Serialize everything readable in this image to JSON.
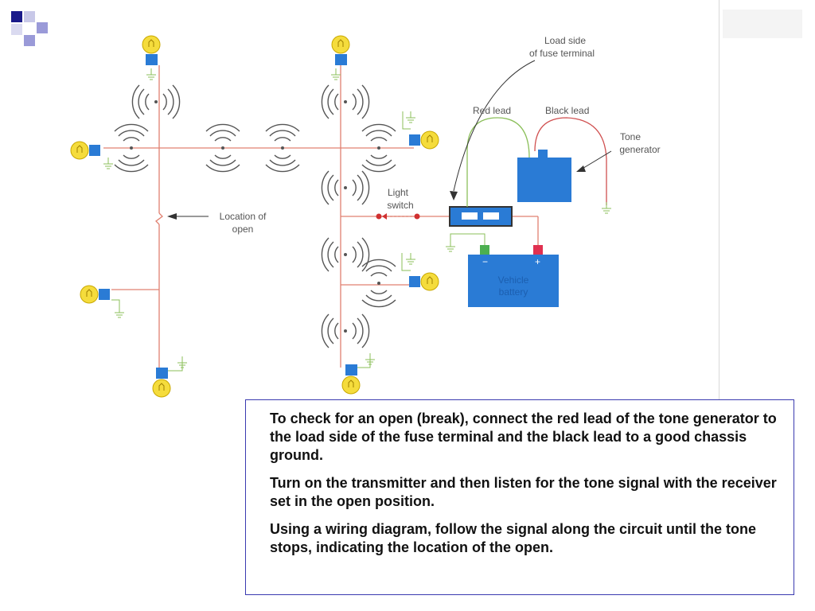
{
  "labels": {
    "load_side": [
      "Load side",
      "of fuse terminal"
    ],
    "red_lead": "Red lead",
    "black_lead": "Black lead",
    "tone_generator": [
      "Tone",
      "generator"
    ],
    "light_switch": [
      "Light",
      "switch"
    ],
    "location_of_open": [
      "Location of",
      "open"
    ],
    "battery": [
      "Vehicle",
      "battery"
    ],
    "battery_negative": "−",
    "battery_positive": "+"
  },
  "caption": {
    "paragraphs": [
      "To check for an open (break), connect the red lead of the tone generator to the load side of the fuse terminal and the black lead to a good chassis ground.",
      "Turn on the transmitter and then listen for the tone signal with the receiver set in the open position.",
      "Using a wiring diagram, follow the signal along the circuit until the tone stops, indicating the location of the open."
    ]
  },
  "colors": {
    "wire": "#e08070",
    "bulb": "#f5dc3c",
    "socket": "#2a7bd5",
    "ground": "#8bbf5a",
    "battery": "#2a7bd5",
    "caption_border": "#3a3ab0",
    "logo_dark": "#1a1a8a",
    "logo_light": "#9a9ad8"
  },
  "icons": [
    "bulb-icon",
    "ground-icon",
    "signal-waves-icon",
    "battery-icon",
    "tone-generator-icon",
    "fuse-block-icon"
  ]
}
